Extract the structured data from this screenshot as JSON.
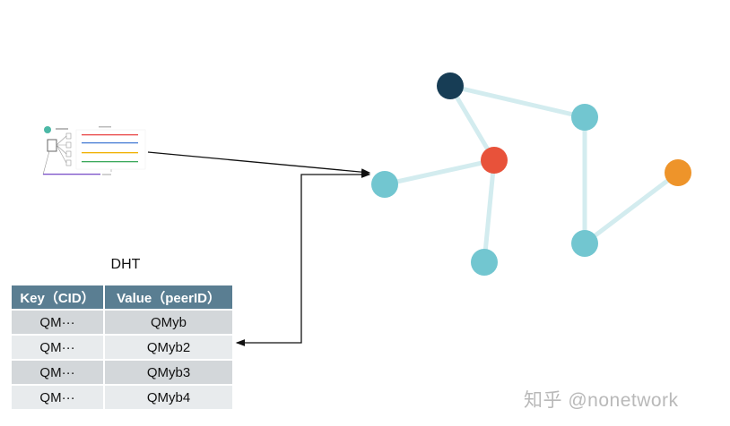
{
  "dht": {
    "title": "DHT",
    "headers": [
      "Key（CID）",
      "Value（peerID）"
    ],
    "rows": [
      [
        "QM···",
        "QMyb"
      ],
      [
        "QM···",
        "QMyb2"
      ],
      [
        "QM···",
        "QMyb3"
      ],
      [
        "QM···",
        "QMyb4"
      ]
    ]
  },
  "watermark": "知乎 @nonetwork",
  "colors": {
    "teal": "#72c6d0",
    "dark": "#173d55",
    "red": "#e8523a",
    "orange": "#ee942a",
    "edge": "#d3ecef",
    "header": "#5a7e92"
  }
}
